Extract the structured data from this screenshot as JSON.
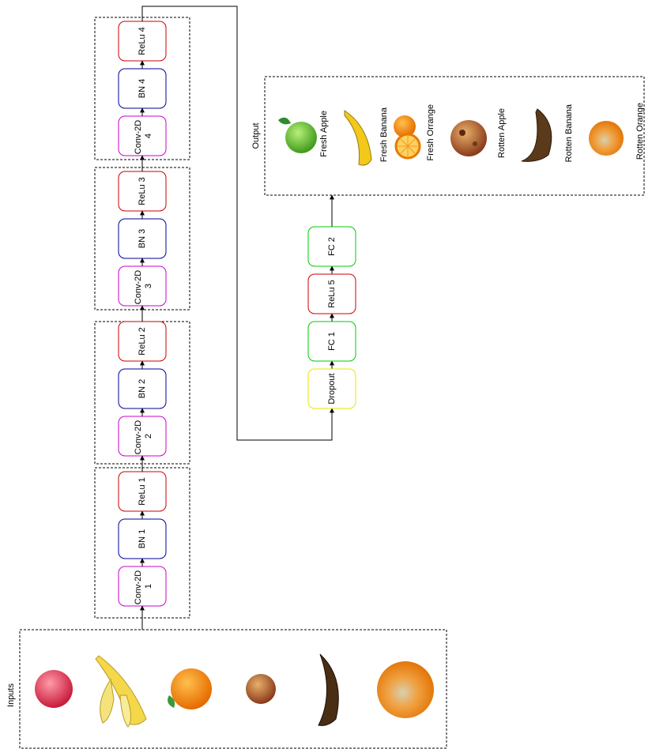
{
  "blocks": [
    {
      "conv": [
        "Conv-2D",
        "1"
      ],
      "bn": "BN 1",
      "relu": "ReLu 1"
    },
    {
      "conv": [
        "Conv-2D",
        "2"
      ],
      "bn": "BN 2",
      "relu": "ReLu 2"
    },
    {
      "conv": [
        "Conv-2D",
        "3"
      ],
      "bn": "BN 3",
      "relu": "ReLu 3"
    },
    {
      "conv": [
        "Conv-2D",
        "4"
      ],
      "bn": "BN 4",
      "relu": "ReLu 4"
    }
  ],
  "head": {
    "dropout": "Dropout",
    "fc1": "FC 1",
    "relu5": "ReLu 5",
    "fc2": "FC 2"
  },
  "inputs_label": "Inputs",
  "output_label": "Output",
  "output_classes": [
    "Fresh Apple",
    "Fresh Banana",
    "Fresh Orrange",
    "Rotten Apple",
    "Rotten Banana",
    "Rotten Orange"
  ],
  "colors": {
    "conv": "#cc00cc",
    "bn": "#000099",
    "relu": "#cc0000",
    "fc": "#00cc00",
    "dropout": "#e6e600"
  }
}
